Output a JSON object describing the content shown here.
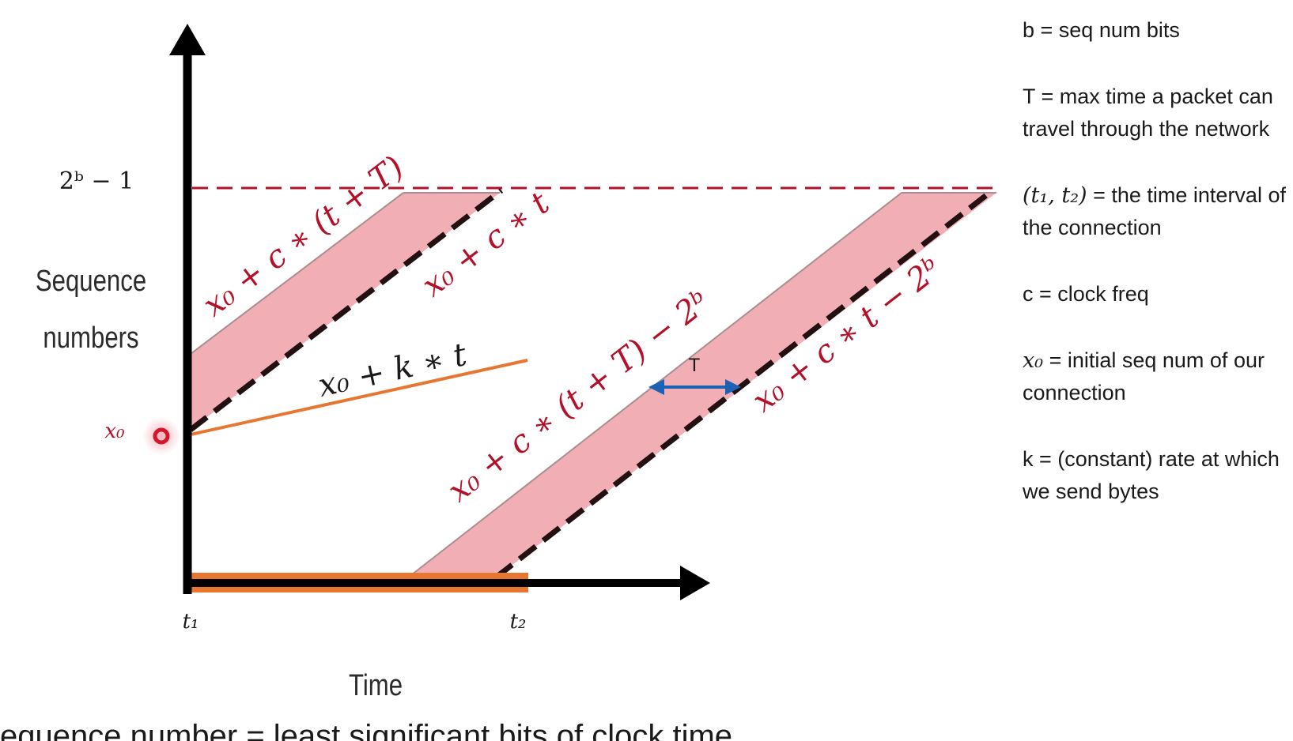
{
  "y_axis": {
    "label_line1": "Sequence",
    "label_line2": "numbers",
    "top_tick": "2ᵇ − 1",
    "x0_tick": "x₀"
  },
  "x_axis": {
    "label": "Time",
    "t1_tick": "t₁",
    "t2_tick": "t₂"
  },
  "curves": {
    "upper_start": "x₀ + c ∗ (t + T)",
    "lower_start": "x₀ + c ∗ t",
    "send_rate": "x₀ + k ∗ t",
    "upper_wrap": "x₀ + c ∗ (t + T) − 2ᵇ",
    "lower_wrap": "x₀ + c ∗ t − 2ᵇ",
    "gap_label": "T"
  },
  "legend": [
    {
      "id": "b",
      "text": "b = seq num bits"
    },
    {
      "id": "T",
      "text": "T = max time a packet can travel through the network"
    },
    {
      "id": "t1t2",
      "sym": "(t₁, t₂)",
      "text": " = the time interval of the connection"
    },
    {
      "id": "c",
      "text": "c = clock freq"
    },
    {
      "id": "x0",
      "sym": "x₀",
      "text": " = initial seq num of our connection"
    },
    {
      "id": "k",
      "text": "k = (constant) rate at which we send bytes"
    }
  ],
  "caption": "equence number = least significant bits of clock time",
  "colors": {
    "band_fill": "#f1aeb5",
    "band_edge": "#a98d92",
    "dashed_black": "#231010",
    "dashed_red": "#b5102a",
    "label_red": "#b5102a",
    "orange": "#e77630",
    "blue_arrow": "#1b62b5",
    "marker_red": "#d4162a"
  }
}
